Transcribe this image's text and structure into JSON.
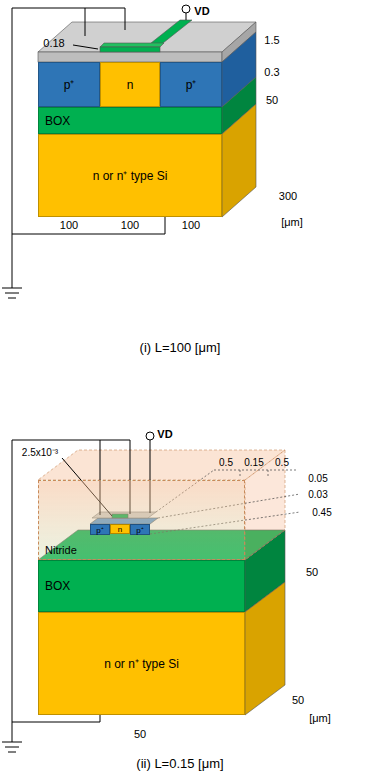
{
  "diagram": {
    "nodes": [
      {
        "text": [
          "p⁺"
        ]
      },
      {
        "text": [
          "n"
        ]
      },
      {
        "text": [
          "p⁺"
        ]
      },
      {
        "text": [
          "BOX"
        ]
      },
      {
        "text": [
          "n or n⁺ type Si"
        ]
      },
      {
        "text": [
          "Nitride"
        ]
      },
      {
        "text": [
          "p⁺"
        ]
      },
      {
        "text": [
          "n"
        ]
      },
      {
        "text": [
          "p⁺"
        ]
      },
      {
        "text": [
          "BOX"
        ]
      },
      {
        "text": [
          "n or n⁺ type Si"
        ]
      }
    ],
    "labels": [
      "VD",
      "0.18",
      "1.5",
      "0.3",
      "50",
      "300",
      "[μm]",
      "100",
      "100",
      "100",
      "(i) L=100 [μm]",
      "VD",
      "2.5x10⁻³",
      "0.5",
      "0.15",
      "0.5",
      "0.05",
      "0.03",
      "0.45",
      "50",
      "50",
      "[μm]",
      "50",
      "(ii) L=0.15 [μm]"
    ]
  }
}
